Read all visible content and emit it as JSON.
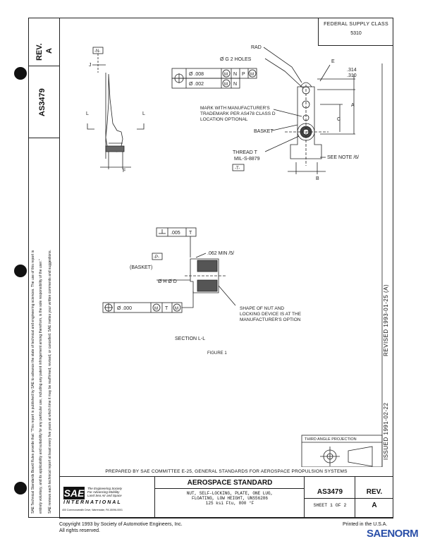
{
  "federal_supply_class": {
    "label": "FEDERAL SUPPLY CLASS",
    "value": "5310"
  },
  "side_column": {
    "doc_number": "AS3479",
    "rev_label": "REV.",
    "rev_value": "A",
    "sae_notice_1": "SAE Technical Standards Board Rules provide that: \"This report is published by SAE to advance the state of technical and engineering sciences. The use of this report is",
    "sae_notice_2": "entirely voluntary, and its applicability and suitability for any particular use, including any patent infringement arising therefrom, is the sole responsibility of the user.\"",
    "sae_notice_3": "SAE reviews each technical report at least every five years at which time it may be reaffirmed, revised, or cancelled. SAE invites your written comments and suggestions."
  },
  "drawing": {
    "datum_n": "-N-",
    "dim_j": "J",
    "dim_f": "F",
    "section_l_left": "L",
    "section_l_right": "L",
    "rad": "RAD",
    "holes": "Ø G  2 HOLES",
    "dim_e": "E",
    "dim_314": ".314",
    "dim_310": ".310",
    "fcf1_tol": "Ø .008",
    "fcf1_mod": "M",
    "fcf1_ref1": "N",
    "fcf1_ref2": "P",
    "fcf1_ref3": "M",
    "fcf2_tol": "Ø .002",
    "fcf2_mod": "M",
    "fcf2_ref1": "N",
    "dim_a": "A",
    "dim_c": "C",
    "mark_note": "MARK WITH MANUFACTURER'S TRADEMARK PER AS478 CLASS D LOCATION OPTIONAL",
    "basket": "BASKET",
    "thread": "THREAD  T",
    "thread_spec": "MIL-S-8879",
    "datum_t": "-T-",
    "see_note": "SEE NOTE /6/",
    "dim_b": "B",
    "perp_tol": ".005",
    "perp_ref": "T",
    "min_dim": ".062 MIN /5/",
    "datum_p": "-P-",
    "basket_paren": "(BASKET)",
    "dia_hd": "Ø H  Ø D",
    "fcf3_tol": "Ø .000",
    "fcf3_mod": "M",
    "fcf3_ref": "T",
    "fcf3_ref_mod": "M",
    "shape_note": "SHAPE OF NUT AND LOCKING DEVICE IS AT THE MANUFACTURER'S OPTION",
    "section_title": "SECTION  L-L",
    "figure_title": "FIGURE 1"
  },
  "right_margin": {
    "revised": "REVISED  1993-01-25  (A)",
    "issued": "ISSUED  1991-02-22"
  },
  "projection": {
    "label": "THIRD ANGLE PROJECTION"
  },
  "title_block": {
    "prepared_by": "PREPARED BY SAE COMMITTEE E-25, GENERAL STANDARDS FOR AEROSPACE PROPULSION SYSTEMS",
    "sae_logo": "SAE",
    "sae_tag1": "The Engineering Society",
    "sae_tag2": "For Advancing Mobility",
    "sae_tag3": "Land Sea Air and Space",
    "sae_international": "INTERNATIONAL",
    "sae_address": "400 Commonwealth Drive, Warrendale, PA  15096-0001",
    "heading": "AEROSPACE STANDARD",
    "desc1": "NUT, SELF-LOCKING, PLATE, ONE LUG,",
    "desc2": "FLOATING, LOW HEIGHT, UNS56286",
    "desc3": "125 ksi Ftu, 800 °F",
    "doc_number": "AS3479",
    "sheet": "SHEET 1 OF 2",
    "rev_label": "REV.",
    "rev_value": "A"
  },
  "footer": {
    "copyright": "Copyright 1993 by Society of Automotive Engineers, Inc.",
    "rights": "All rights reserved.",
    "printed": "Printed in the U.S.A.",
    "watermark": "SAENORM"
  }
}
